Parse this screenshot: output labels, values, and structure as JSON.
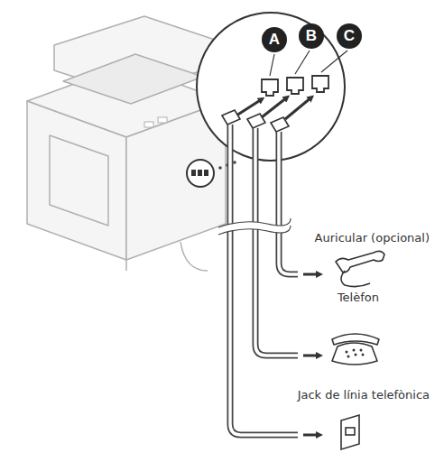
{
  "diagram": {
    "labels": [
      "A",
      "B",
      "C",
      "Auricular (opcional)",
      "Telèfon",
      "Jack de línia telefònica"
    ]
  }
}
